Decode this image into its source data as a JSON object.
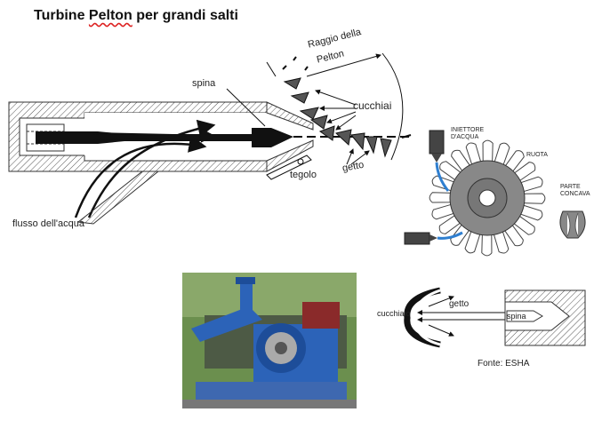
{
  "title": {
    "main": "Turbine ",
    "underlined": "Pelton",
    "rest": " per grandi salti"
  },
  "main_diagram": {
    "spina": "spina",
    "raggio_line1": "Raggio della",
    "raggio_line2": "Pelton",
    "cucchiai": "cucchiai",
    "tegolo": "tegolo",
    "getto": "getto",
    "flusso": "flusso dell'acqua"
  },
  "wheel_diagram": {
    "iniettore_line1": "INIETTORE",
    "iniettore_line2": "D'ACQUA",
    "ruota": "RUOTA",
    "parte_line1": "PARTE",
    "parte_line2": "CONCAVA"
  },
  "jet_diagram": {
    "getto": "getto",
    "cucchiaio": "cucchiaio",
    "spina": "spina"
  },
  "source": "Fonte: ESHA",
  "colors": {
    "nozzle_blue": "#2f7fd0",
    "machine_blue": "#2c63b8",
    "wheel_gray": "#777777"
  }
}
